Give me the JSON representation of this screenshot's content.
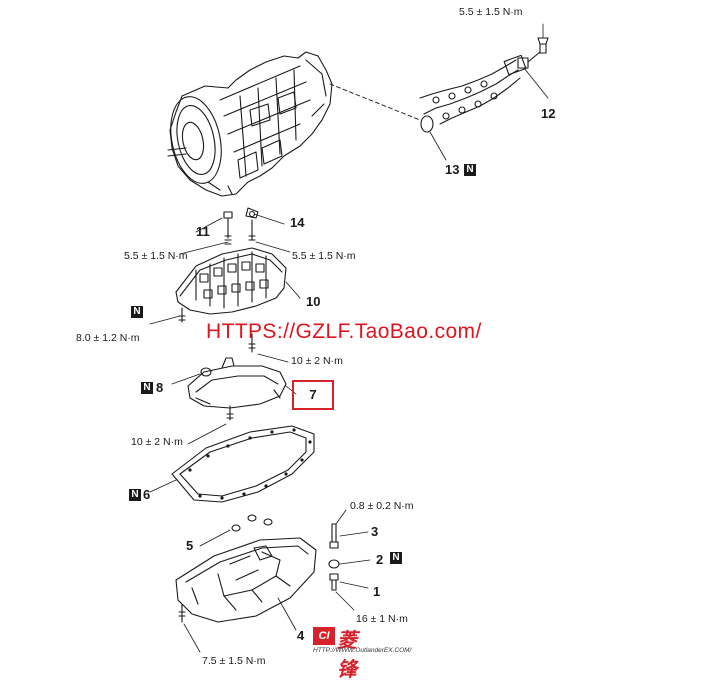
{
  "watermark": "HTTPS://GZLF.TaoBao.com/",
  "callouts": {
    "c1": "1",
    "c2": "2",
    "c3": "3",
    "c4": "4",
    "c5": "5",
    "c6": "6",
    "c7": "7",
    "c8": "8",
    "c10": "10",
    "c11": "11",
    "c12": "12",
    "c13": "13",
    "c14": "14"
  },
  "torques": {
    "t_top": "5.5 ± 1.5 N·m",
    "t_11": "5.5 ± 1.5 N·m",
    "t_14": "5.5 ± 1.5 N·m",
    "t_10_left": "8.0 ± 1.2 N·m",
    "t_10_right": "10 ± 2 N·m",
    "t_7": "10 ± 2 N·m",
    "t_3": "0.8 ± 0.2 N·m",
    "t_1": "16 ± 1 N·m",
    "t_4": "7.5 ± 1.5 N·m"
  },
  "new_part_mark": "N",
  "logo": {
    "mark": "CI",
    "text": "菱锋",
    "url": "HTTP://WWW.OutlanderEX.COM/"
  },
  "colors": {
    "line": "#1a1a1a",
    "accent_red": "#d8222a",
    "badge_bg": "#1a1a1a"
  }
}
